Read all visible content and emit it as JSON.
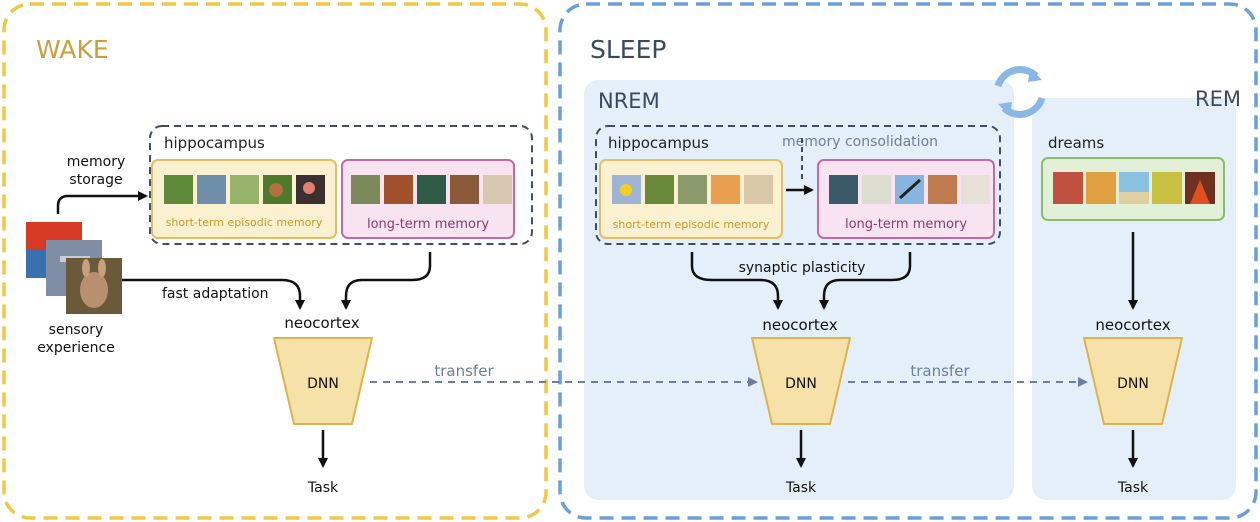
{
  "wake": {
    "title": "WAKE",
    "hippocampus": "hippocampus",
    "memory_storage_line1": "memory",
    "memory_storage_line2": "storage",
    "stm_label": "short-term episodic memory",
    "ltm_label": "long-term memory",
    "sensory_line1": "sensory",
    "sensory_line2": "experience",
    "fast_adaptation": "fast adaptation",
    "neocortex": "neocortex",
    "dnn": "DNN",
    "task": "Task",
    "transfer": "transfer"
  },
  "sleep": {
    "title": "SLEEP",
    "nrem": {
      "title": "NREM",
      "hippocampus": "hippocampus",
      "memory_consolidation": "memory consolidation",
      "stm_label": "short-term episodic memory",
      "ltm_label": "long-term memory",
      "synaptic_plasticity": "synaptic plasticity",
      "neocortex": "neocortex",
      "dnn": "DNN",
      "task": "Task",
      "transfer": "transfer"
    },
    "rem": {
      "title": "REM",
      "dreams": "dreams",
      "neocortex": "neocortex",
      "dnn": "DNN",
      "task": "Task"
    }
  },
  "colors": {
    "wake_border": "#f2c744",
    "sleep_border": "#6a9fd8",
    "panel_bg": "#e4eff9",
    "stm_fill": "#fbf1d0",
    "stm_border": "#e0c064",
    "ltm_fill": "#f7e4f0",
    "ltm_border": "#c36aa0",
    "dreams_fill": "#e2f0d8",
    "dreams_border": "#8cbb6c",
    "dnn_fill": "#f6e1a8",
    "dnn_border": "#d9b44f",
    "wake_title": "#c9a13a",
    "sleep_title": "#3a4a5e",
    "dashed_arrow": "#6d7f9c"
  },
  "icons": [
    "cycle-arrows-icon",
    "animal-thumbnail",
    "dream-thumbnail"
  ]
}
